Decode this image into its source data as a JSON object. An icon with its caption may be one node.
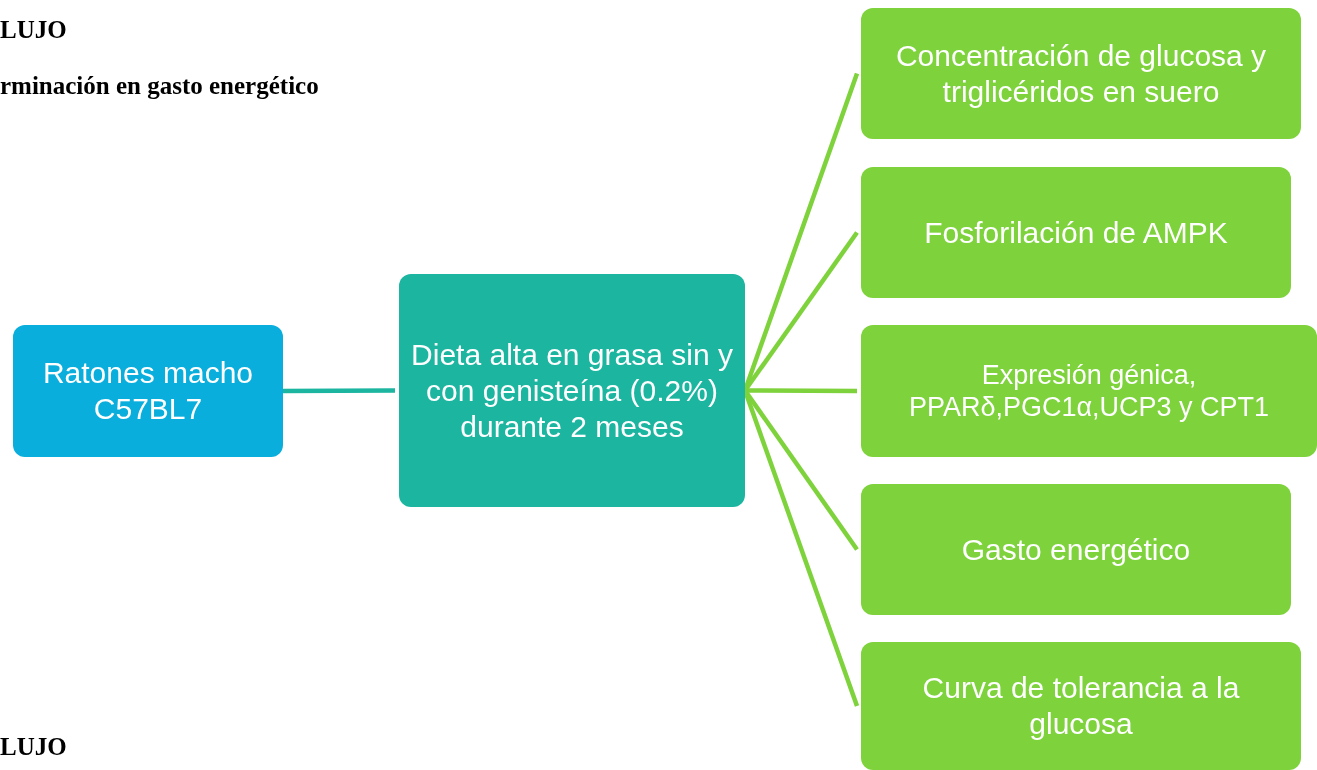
{
  "diagram": {
    "nodes": [
      {
        "text": [
          "Ratones macho C57BL7"
        ]
      },
      {
        "text": [
          "Dieta alta en grasa sin y con genisteína (0.2%) durante 2 meses"
        ]
      },
      {
        "text": [
          "Concentración de glucosa y triglicéridos en suero"
        ]
      },
      {
        "text": [
          "Fosforilación de AMPK"
        ]
      },
      {
        "text": [
          "Expresión génica, PPARδ,PGC1α,UCP3 y CPT1"
        ]
      },
      {
        "text": [
          "Gasto energético"
        ]
      },
      {
        "text": [
          "Curva de tolerancia a la glucosa"
        ]
      }
    ],
    "edges": [
      {
        "from": 0,
        "to": 1,
        "arrow": "none",
        "color": "#1bb5a0"
      },
      {
        "from": 1,
        "to": 2,
        "arrow": "none"
      },
      {
        "from": 1,
        "to": 3,
        "arrow": "none"
      },
      {
        "from": 1,
        "to": 4,
        "arrow": "none"
      },
      {
        "from": 1,
        "to": 5,
        "arrow": "none"
      },
      {
        "from": 1,
        "to": 6,
        "arrow": "none"
      }
    ],
    "labels": [
      "LUJO",
      "rminación en gasto energético",
      "LUJO"
    ]
  }
}
